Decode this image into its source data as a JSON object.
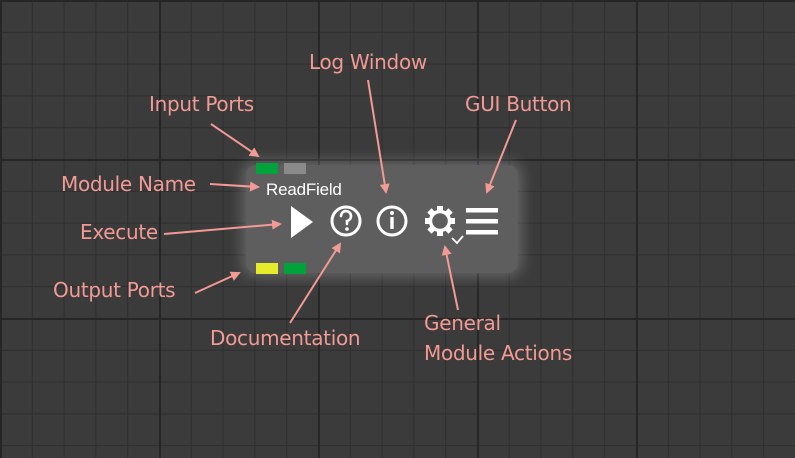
{
  "module": {
    "name": "ReadField",
    "input_port_colors": [
      "#00a23c",
      "#8a8a8a"
    ],
    "output_port_colors": [
      "#e6ec2a",
      "#00a23c"
    ],
    "icons": [
      "execute-icon",
      "documentation-icon",
      "log-window-icon",
      "gear-icon",
      "menu-icon"
    ]
  },
  "callouts": {
    "input_ports": "Input Ports",
    "log_window": "Log Window",
    "gui_button": "GUI Button",
    "module_name": "Module Name",
    "execute": "Execute",
    "output_ports": "Output Ports",
    "documentation": "Documentation",
    "general_line1": "General",
    "general_line2": "Module Actions"
  },
  "colors": {
    "callout": "#f29a94",
    "background": "#3b3b3b",
    "module_body": "#5e5e5e"
  }
}
